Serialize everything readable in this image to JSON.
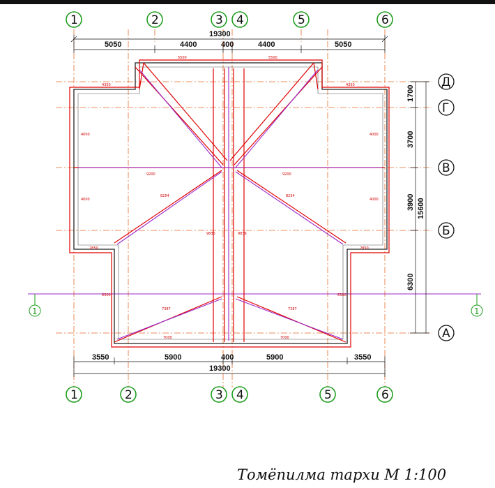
{
  "axes_top": [
    "1",
    "2",
    "3",
    "4",
    "5",
    "6"
  ],
  "axes_bottom": [
    "1",
    "2",
    "3",
    "4",
    "5",
    "6"
  ],
  "axes_right": [
    "Д",
    "Г",
    "В",
    "Б",
    "А"
  ],
  "section_marks": [
    "1",
    "1"
  ],
  "dims_top": {
    "total": "19300",
    "segments": [
      "5050",
      "4400",
      "400",
      "4400",
      "5050"
    ]
  },
  "dims_bottom": {
    "total": "19300",
    "segments": [
      "3550",
      "5900",
      "400",
      "5900",
      "3550"
    ]
  },
  "dims_right": {
    "segments": [
      "1700",
      "3700",
      "3900",
      "6300"
    ],
    "total": "15600"
  },
  "inner_labels": {
    "top_short": [
      "5500",
      "5500"
    ],
    "corner_short": [
      "4350",
      "4350"
    ],
    "ridge_horizontal": [
      "9200",
      "9200"
    ],
    "diagonal_long": [
      "8254",
      "8254"
    ],
    "lower_left": "2850",
    "lower_right": "2850",
    "bottom_horizontal": [
      "7000",
      "7000"
    ],
    "bottom_diagonal": [
      "7387",
      "7387"
    ],
    "vertical": [
      "4000",
      "4000",
      "4000",
      "4000",
      "6300",
      "6300",
      "9836",
      "9836"
    ]
  },
  "caption": "Томёпилма тархи  М 1:100",
  "colors": {
    "plan_red": "#e00000",
    "plan_purple": "#9b27c7",
    "axis_green": "#1f9d1f",
    "axis_dash": "#e36b2a",
    "ink": "#111111"
  }
}
